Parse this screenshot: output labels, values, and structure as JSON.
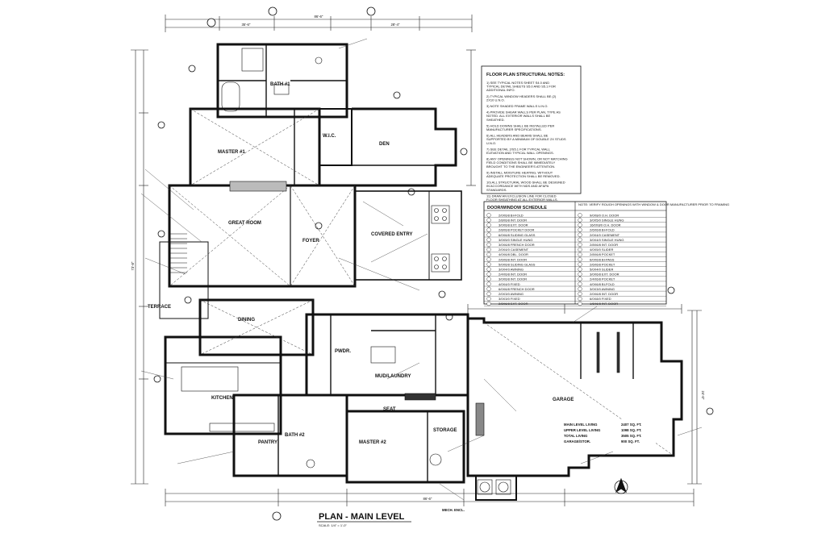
{
  "sheet": {
    "title": "PLAN - MAIN LEVEL",
    "scale": "SCALE: 1/4\" = 1'-0\""
  },
  "rooms": {
    "master1": "MASTER #1",
    "bath1": "BATH #1",
    "wic": "W.I.C.",
    "den": "DEN",
    "great_room": "GREAT ROOM",
    "foyer": "FOYER",
    "covered_entry": "COVERED ENTRY",
    "terrace": "TERRACE",
    "dining": "DINING",
    "kitchen": "KITCHEN",
    "pantry": "PANTRY",
    "bath2": "BATH #2",
    "master2": "MASTER #2",
    "storage": "STORAGE",
    "mudlaundry": "MUD/LAUNDRY",
    "garage": "GARAGE",
    "seat": "SEAT",
    "mech": "MECH. ENCL.",
    "pwdr": "PWDR."
  },
  "notes": {
    "title": "FLOOR PLAN STRUCTURAL NOTES:",
    "items": [
      "1) SEE TYPICAL NOTES SHEET S4.0 AND TYPICAL DETAIL SHEETS S5.0 AND S5.1 FOR ADDITIONAL INFO.",
      "2) TYPICAL WINDOW HEADERS SHALL BE (2) 2X10 U.N.O.",
      "3) NOTE SHADED FRAME WALLS U.N.O.",
      "4) PROVIDE SHEAR WALLS PER PLAN, TYPE AS NOTED. ALL EXTERIOR WALLS SHALL BE SHEATHED.",
      "5) HOLD DOWNS SHALL BE INSTALLED PER MANUFACTURER SPECIFICATIONS.",
      "6) ALL HEADERS AND BEAMS SHALL BE SUPPORTED BY A MINIMUM OF DOUBLE 2X STUDS U.N.O.",
      "7) SEE DETAIL 2/S5.1 FOR TYPICAL WALL ELEVATION AND TYPICAL WALL OPENINGS.",
      "8) ANY OPENINGS NOT SHOWN, OR NOT MATCHING FIELD CONDITIONS SHALL BE IMMEDIATELY BROUGHT TO THE ENGINEER'S ATTENTION.",
      "9) INSTALL MOISTURE HEATING, WITHOUT ADEQUATE PROTECTION SHALL BE REMOVED.",
      "10) ALL STRUCTURAL WOOD SHALL BE DESIGNED IN ACCORDANCE WITH NDS AND AF&PA STANDARDS.",
      "11) DRAW AN EXCLUSION LINE FOR CLOSED FLOOR SHEATHING AT ALL EXTERIOR WALLS."
    ]
  },
  "schedule": {
    "title": "DOOR/WINDOW SCHEDULE",
    "note": "NOTE: VERIFY ROUGH OPENINGS WITH WINDOW & DOOR MANUFACTURER PRIOR TO FRAMING",
    "left": [
      "2/0X6/8 BI-FOLD",
      "2/8X6/8 INT. DOOR",
      "3/0X6/8 EXT. DOOR",
      "2/8X6/8 POCKET DOOR",
      "6/0X6/8 SLIDING GLASS",
      "3/0X5/0 SINGLE HUNG",
      "3/0X6/8 FRENCH DOOR",
      "2/0X4/0 CASEMENT",
      "4/0X6/8 DBL. DOOR",
      "2/6X6/8 INT. DOOR",
      "5/0X6/8 SLIDING GLASS",
      "3/0X4/0 AWNING",
      "2/4X6/8 INT. DOOR",
      "3/0X6/8 INT. DOOR",
      "4/0X4/0 FIXED",
      "6/0X6/8 FRENCH DOOR",
      "2/0X3/0 AWNING",
      "3/0X3/0 FIXED",
      "2/8X6/8 EXT. DOOR"
    ],
    "right": [
      "9/0X8/0 O.H. DOOR",
      "3/0X5/0 SINGLE HUNG",
      "16/0X8/0 O.H. DOOR",
      "2/6X6/8 BI-FOLD",
      "2/0X4/0 CASEMENT",
      "3/0X4/0 SINGLE HUNG",
      "2/8X6/8 INT. DOOR",
      "4/0X5/0 SLIDER",
      "2/8X6/8 POCKET",
      "6/0X6/8 BI-PASS",
      "2/6X6/8 POCKET",
      "5/0X4/0 SLIDER",
      "3/0X6/8 EXT. DOOR",
      "2/4X6/8 POCKET",
      "4/0X6/8 BI-FOLD",
      "3/0X3/0 AWNING",
      "2/0X6/8 INT. DOOR",
      "6/0X8/0 FIXED",
      "1/6X6/8 INT. DOOR"
    ]
  },
  "areas": [
    {
      "label": "MAIN LEVEL LIVING",
      "value": "2407 SQ. FT."
    },
    {
      "label": "UPPER LEVEL LIVING",
      "value": "1098 SQ. FT."
    },
    {
      "label": "TOTAL LIVING",
      "value": "3505 SQ. FT."
    },
    {
      "label": "GARAGE/STOR.",
      "value": "900 SQ. FT."
    }
  ],
  "dimensions": {
    "top_overall": "86'-6\"",
    "top_left": "35'-6\"",
    "top_right": "28'-4\"",
    "bottom_overall": "86'-6\"",
    "left_overall": "73'-8\"",
    "right_garage": "24'-0\""
  }
}
